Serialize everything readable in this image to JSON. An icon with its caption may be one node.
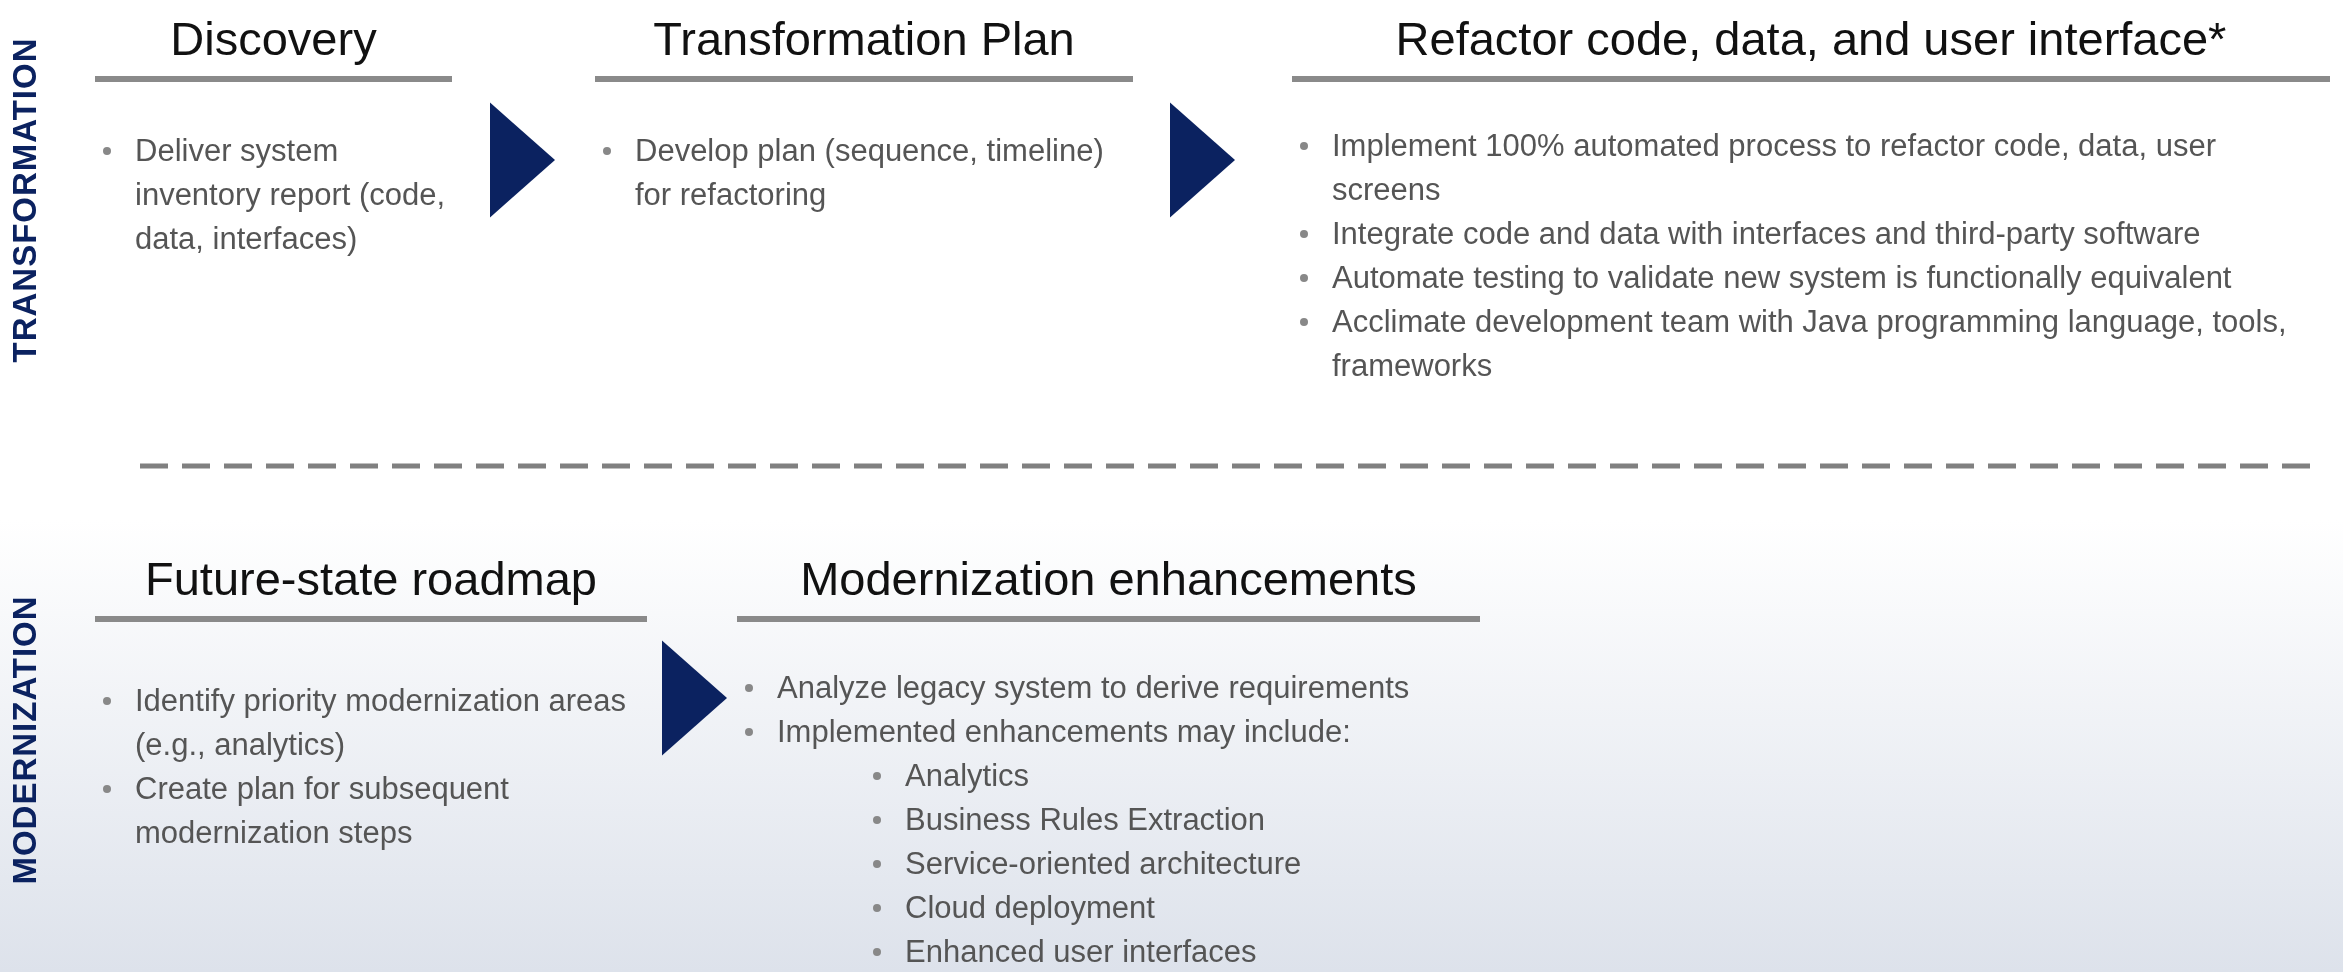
{
  "diagram": {
    "nodes": [
      {
        "text": [
          "Discovery",
          "Deliver system inventory report (code, data, interfaces)"
        ]
      },
      {
        "text": [
          "Transformation Plan",
          "Develop plan (sequence, timeline) for refactoring"
        ]
      },
      {
        "text": [
          "Refactor code, data, and user interface*",
          "Implement 100% automated process to refactor code, data, user screens",
          "Integrate code and data with interfaces and third-party software",
          "Automate testing to validate new system is functionally equivalent",
          "Acclimate development team with Java programming language, tools, frameworks"
        ]
      },
      {
        "text": [
          "Future-state roadmap",
          "Identify priority modernization areas (e.g., analytics)",
          "Create plan for subsequent modernization steps"
        ]
      },
      {
        "text": [
          "Modernization enhancements",
          "Analyze legacy system to derive requirements",
          "Implemented enhancements may include:",
          "Analytics",
          "Business Rules Extraction",
          "Service-oriented architecture",
          "Cloud deployment",
          "Enhanced user interfaces"
        ]
      }
    ],
    "edges": [
      {
        "from": 0,
        "to": 1,
        "arrow": "to"
      },
      {
        "from": 1,
        "to": 2,
        "arrow": "to"
      },
      {
        "from": 3,
        "to": 4,
        "arrow": "to"
      }
    ],
    "labels": [
      "TRANSFORMATION",
      "MODERNIZATION"
    ]
  }
}
